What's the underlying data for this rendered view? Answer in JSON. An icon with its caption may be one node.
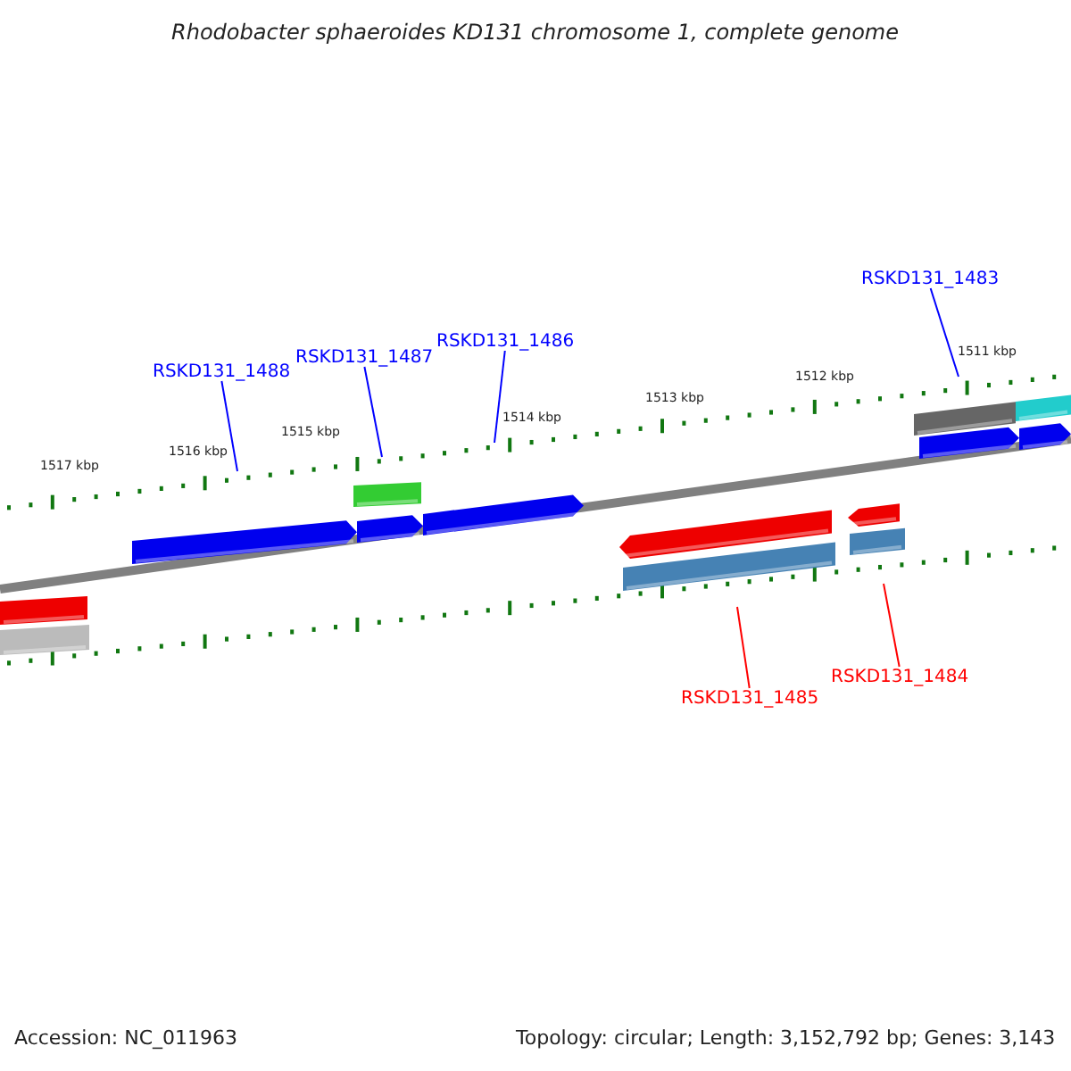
{
  "diagram": {
    "title": "Rhodobacter sphaeroides KD131 chromosome 1, complete genome",
    "nodes": [
      {
        "text": [
          "RSKD131_1483"
        ]
      },
      {
        "text": [
          "RSKD131_1486"
        ]
      },
      {
        "text": [
          "RSKD131_1487"
        ]
      },
      {
        "text": [
          "RSKD131_1488"
        ]
      },
      {
        "text": [
          "RSKD131_1484"
        ]
      },
      {
        "text": [
          "RSKD131_1485"
        ]
      }
    ],
    "edges": [
      {
        "from": 0,
        "to": null,
        "arrow": "none"
      },
      {
        "from": 1,
        "to": null,
        "arrow": "none"
      },
      {
        "from": 2,
        "to": null,
        "arrow": "none"
      },
      {
        "from": 3,
        "to": null,
        "arrow": "none"
      },
      {
        "from": 4,
        "to": null,
        "arrow": "none",
        "color": "#ff0000"
      },
      {
        "from": 5,
        "to": null,
        "arrow": "none",
        "color": "#ff0000"
      }
    ],
    "labels": [
      "1511 kbp",
      "1512 kbp",
      "1513 kbp",
      "1514 kbp",
      "1515 kbp",
      "1516 kbp",
      "1517 kbp",
      "Accession: NC_011963",
      "Topology: circular; Length: 3,152,792 bp; Genes: 3,143"
    ]
  }
}
